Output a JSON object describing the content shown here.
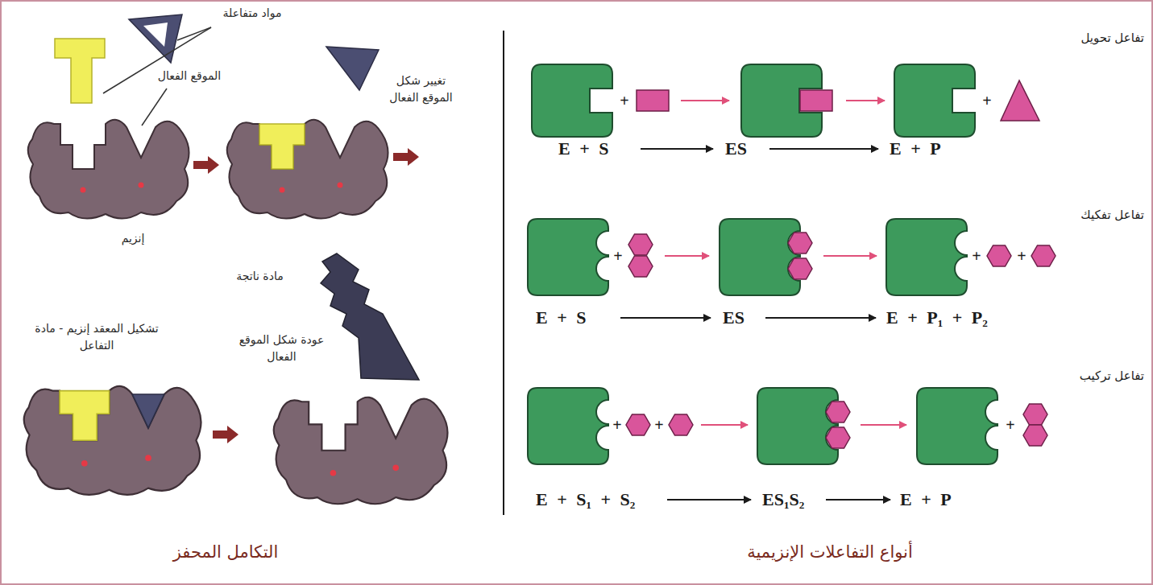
{
  "diagram": {
    "labels": [
      "مواد متفاعلة",
      "الموقع الفعال",
      "تغيير شكل الموقع الفعال",
      "إنزيم",
      "مادة ناتجة",
      "تشكيل المعقد إنزيم - مادة التفاعل",
      "عودة شكل الموقع الفعال",
      "التكامل المحفز",
      "تفاعل تحويل",
      "+",
      "+",
      "E + S",
      "ES",
      "E + P",
      "تفاعل تفكيك",
      "+",
      "+",
      "+",
      "E + S",
      "ES",
      "E + P₁ + P₂",
      "تفاعل تركيب",
      "+",
      "+",
      "+",
      "E + S₁ + S₂",
      "ES₁S₂",
      "E + P",
      "أنواع التفاعلات الإنزيمية"
    ]
  }
}
